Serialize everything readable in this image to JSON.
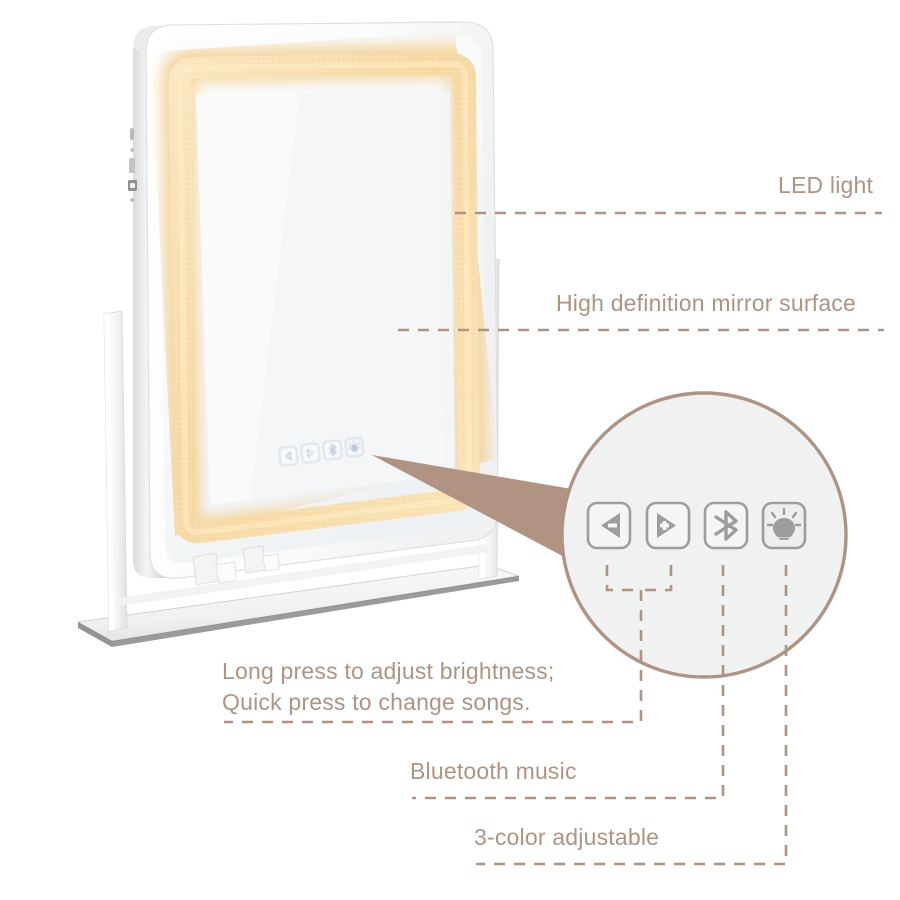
{
  "page": {
    "title": "LED Vanity Mirror Feature Callout",
    "background": "#ffffff",
    "accent_color": "#b09382",
    "led_glow_color": "#f7dca8",
    "icon_color": "#9a9a9a"
  },
  "annotations": [
    {
      "id": "led-light",
      "text": "LED light"
    },
    {
      "id": "mirror-surface",
      "text": "High definition mirror surface"
    },
    {
      "id": "press-behavior",
      "text": "Long press to adjust brightness;\nQuick press to change songs."
    },
    {
      "id": "bluetooth-music",
      "text": "Bluetooth music"
    },
    {
      "id": "color-adjustable",
      "text": "3-color adjustable"
    }
  ],
  "callout": {
    "shape": "circle",
    "fill": "#f0f1f1",
    "stroke": "#b09382",
    "buttons": [
      {
        "id": "previous-track",
        "icon": "left-triangle-minus-icon",
        "label": "Previous / brightness down"
      },
      {
        "id": "next-track",
        "icon": "right-triangle-plus-icon",
        "label": "Next / brightness up"
      },
      {
        "id": "bluetooth",
        "icon": "bluetooth-icon",
        "label": "Bluetooth"
      },
      {
        "id": "light-mode",
        "icon": "light-bulb-icon",
        "label": "Light color mode"
      }
    ]
  },
  "product": {
    "name": "LED vanity mirror with stand",
    "frame_color": "#ffffff",
    "stand_color": "#f2f2f2",
    "mirror_surface_color": "#f6f7f8",
    "port_icons": [
      "power-port",
      "usb-port",
      "micro-usb-port"
    ]
  }
}
